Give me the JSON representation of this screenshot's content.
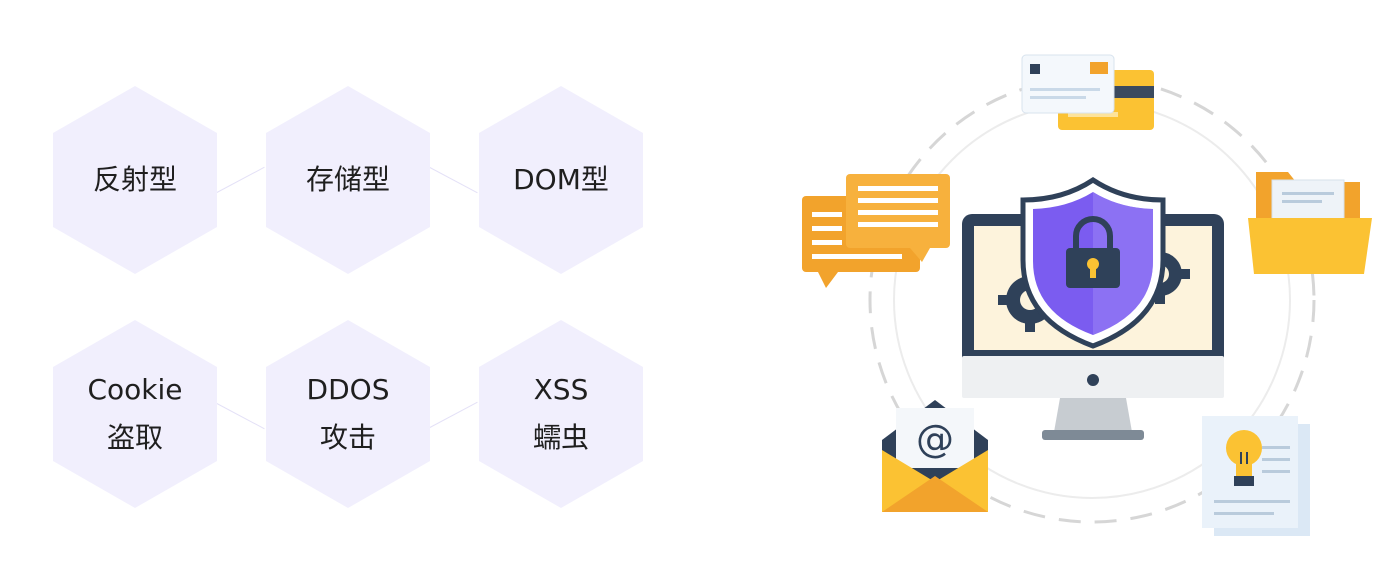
{
  "attack_types": {
    "row1": [
      {
        "lines": [
          "反射型"
        ]
      },
      {
        "lines": [
          "存储型"
        ]
      },
      {
        "lines": [
          "DOM型"
        ]
      }
    ],
    "row2": [
      {
        "lines": [
          "Cookie",
          "盗取"
        ]
      },
      {
        "lines": [
          "DDOS",
          "攻击"
        ]
      },
      {
        "lines": [
          "XSS",
          "蠕虫"
        ]
      }
    ]
  },
  "colors": {
    "hex_fill": "#f1effd",
    "connector": "#e4e1f7",
    "shield": "#7b5cf0",
    "shield_inner": "#9a83f5",
    "monitor_frame": "#2f4159",
    "orange": "#f2a32c",
    "yellow": "#fbc233"
  },
  "illustration": {
    "icons": [
      "credit-card-icon",
      "chat-bubble-icon",
      "folder-icon",
      "monitor-icon",
      "shield-lock-icon",
      "gear-icon",
      "email-icon",
      "lightbulb-document-icon"
    ]
  }
}
